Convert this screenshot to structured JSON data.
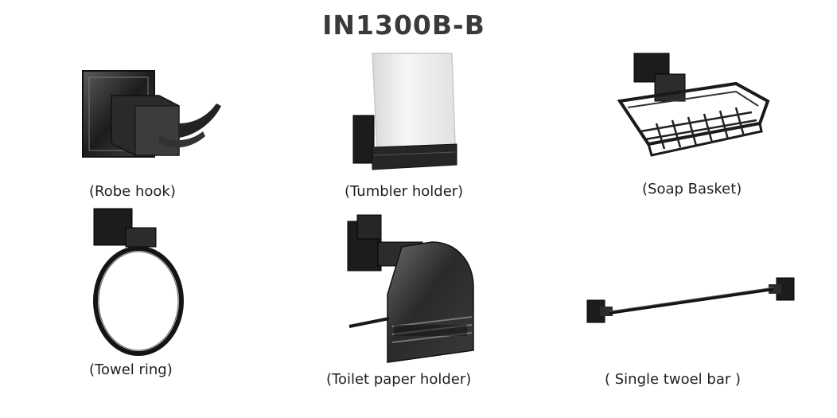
{
  "title": "IN1300B-B",
  "products": [
    {
      "name": "robe-hook",
      "label": "(Robe hook)"
    },
    {
      "name": "tumbler-holder",
      "label": "(Tumbler holder)"
    },
    {
      "name": "soap-basket",
      "label": "(Soap Basket)"
    },
    {
      "name": "towel-ring",
      "label": "(Towel ring)"
    },
    {
      "name": "toilet-paper-holder",
      "label": "(Toilet paper holder)"
    },
    {
      "name": "single-towel-bar",
      "label": "( Single twoel bar )"
    }
  ],
  "colors": {
    "metal_dark": "#1c1c1c",
    "metal_mid": "#4a4a4a",
    "metal_light": "#8a8a8a",
    "glass": "#eeeeee",
    "text": "#1f1f1f",
    "title": "#3a3a3a"
  }
}
